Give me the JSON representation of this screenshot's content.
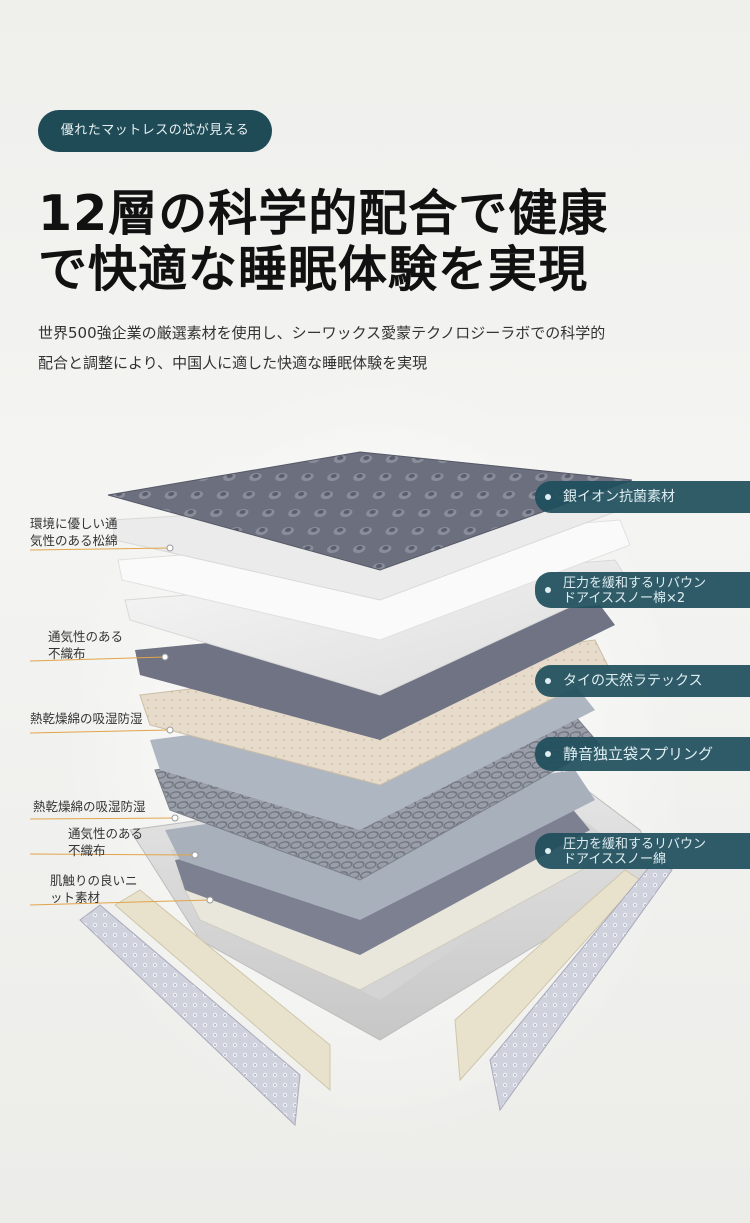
{
  "badge": {
    "text": "優れたマットレスの芯が見える"
  },
  "headline": {
    "line1": "12層の科学的配合で健康",
    "line2": "で快適な睡眠体験を実現"
  },
  "description": {
    "line1": "世界500強企業の厳選素材を使用し、シーワックス愛蒙テクノロジーラボでの科学的",
    "line2": "配合と調整により、中国人に適した快適な睡眠体験を実現"
  },
  "left_labels": [
    {
      "line1": "環境に優しい通",
      "line2": "気性のある松綿"
    },
    {
      "line1": "通気性のある",
      "line2": "不織布"
    },
    {
      "line1": "熱乾燥綿の吸湿防湿",
      "line2": ""
    },
    {
      "line1": "熱乾燥綿の吸湿防湿",
      "line2": ""
    },
    {
      "line1": "通気性のある",
      "line2": "不織布"
    },
    {
      "line1": "肌触りの良いニ",
      "line2": "ット素材"
    }
  ],
  "right_labels": [
    {
      "line1": "銀イオン抗菌素材",
      "line2": ""
    },
    {
      "line1": "圧力を緩和するリバウン",
      "line2": "ドアイススノー棉×2"
    },
    {
      "line1": "タイの天然ラテックス",
      "line2": ""
    },
    {
      "line1": "静音独立袋スプリング",
      "line2": ""
    },
    {
      "line1": "圧力を緩和するリバウン",
      "line2": "ドアイススノー綿"
    }
  ],
  "colors": {
    "badge_bg": "#1f4b57",
    "right_label_bg": "#1e4e5c",
    "leader_line": "#e2a44a",
    "top_fabric": "#6d7080",
    "latex": "#e8dccb",
    "spring": "#8e929c"
  },
  "icons": {
    "label_dot": "filled-circle"
  }
}
